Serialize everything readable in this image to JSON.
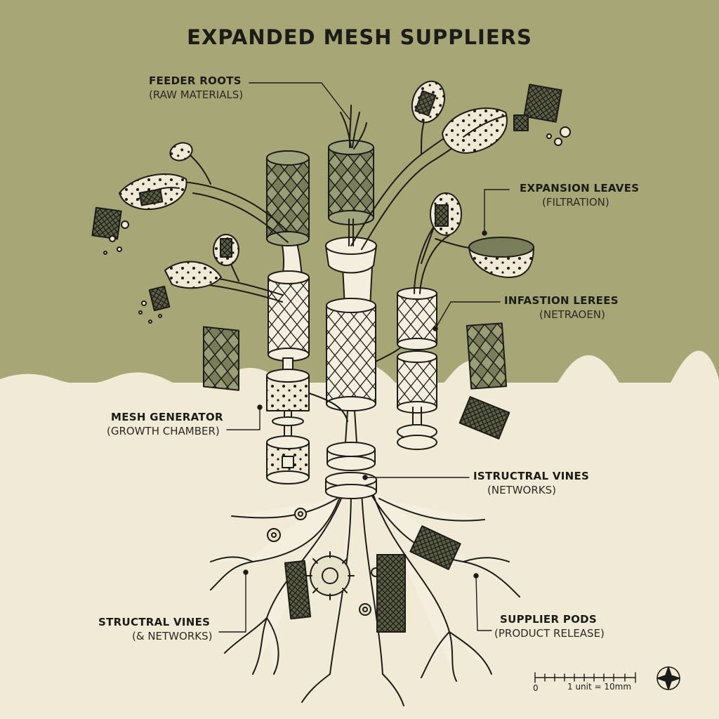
{
  "title": "EXPANDED MESH SUPPLIERS",
  "colors": {
    "sky": "#a7a676",
    "ground": "#f1ead6",
    "ink": "#1b1b17",
    "mesh_fill": "#6e7150",
    "stem": "#f3eedd"
  },
  "labels": {
    "feeder_roots": {
      "heading": "FEEDER ROOTS",
      "sub": "(RAW MATERIALS)"
    },
    "expansion_leaves": {
      "heading": "EXPANSION LEAVES",
      "sub": "(FILTRATION)"
    },
    "infastion_lerees": {
      "heading": "INFASTION LEREES",
      "sub": "(NETRAOEN)"
    },
    "mesh_generator": {
      "heading": "MESH GENERATOR",
      "sub": "(GROWTH CHAMBER)"
    },
    "istructral_vines": {
      "heading": "ISTRUCTRAL VINES",
      "sub": "(NETWORKS)"
    },
    "structral_vines": {
      "heading": "STRUCTRAL VINES",
      "sub": "(& NETWORKS)"
    },
    "supplier_pods": {
      "heading": "SUPPLIER PODS",
      "sub": "(PRODUCT RELEASE)"
    }
  },
  "scale_bar": {
    "zero": "0",
    "unit": "1 unit = 10mm"
  },
  "icons": [
    "compass-rose-icon",
    "gear-icon"
  ]
}
